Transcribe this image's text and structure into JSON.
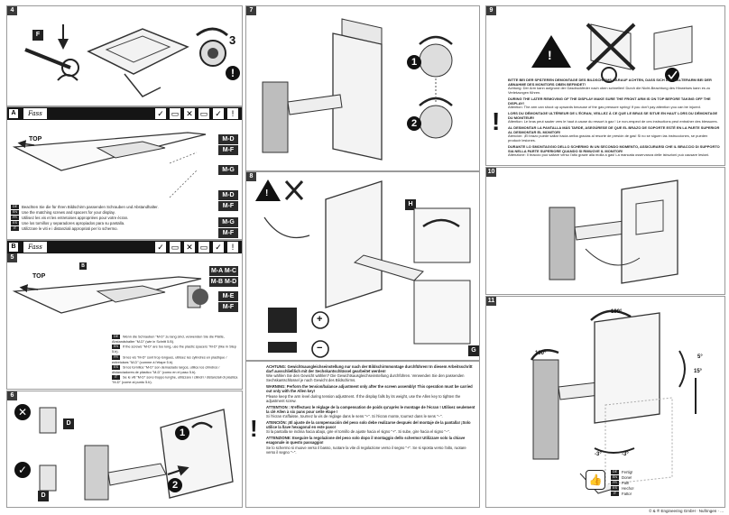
{
  "steps": {
    "s4": "4",
    "s4a": "A",
    "s5": "5",
    "s5b": "B",
    "s6": "6",
    "s7": "7",
    "s8": "8",
    "s9": "9",
    "s10": "10",
    "s11": "11"
  },
  "labels": {
    "f": "F",
    "three": "3",
    "top1": "TOP",
    "top2": "TOP",
    "b_tag": "B",
    "h_tag": "H",
    "g_tag": "G",
    "d_tag1": "D",
    "d_tag2": "D",
    "c1": "1",
    "c2": "2",
    "p7_1": "1",
    "p7_2": "2",
    "p6_1": "1",
    "p6_2": "2",
    "deg190a": "190°",
    "deg190b": "190°",
    "deg5": "5°",
    "deg15": "15°",
    "degm3a": "-3°",
    "degm3b": "-3°",
    "plus": "+",
    "minus": "−"
  },
  "chips": {
    "md1": "M-D",
    "mf1": "M-F",
    "mg1": "M-G",
    "md2": "M-D",
    "mf2": "M-F",
    "mg2": "M-G",
    "mf3": "M-F",
    "mamc": "M-A M-C",
    "mbmd": "M-B M-D",
    "me": "M-E",
    "mf4": "M-F"
  },
  "sigA": "Fass",
  "sigB": "Fass",
  "languages_a": [
    {
      "cc": "DE",
      "text": "Beachten Sie die für Ihren Bildschirm passenden Schrauben und Abstandhalter."
    },
    {
      "cc": "EN",
      "text": "Use the matching screws and spacers for your display."
    },
    {
      "cc": "FR",
      "text": "Utilisez les vis et les entretoises appropriées pour votre écran."
    },
    {
      "cc": "ES",
      "text": "Use los tornillos y separadores apropiados para su pantalla."
    },
    {
      "cc": "IT",
      "text": "Utilizzare le viti e i distanziali appropriati per lo schermo."
    }
  ],
  "languages_b": [
    {
      "cc": "DE",
      "text": "Wenn die Schrauben \"M-D\" zu lang sind, verwenden Sie die Platte, Abstandshalter \"M-D\" (wie in Schritt 5.B)."
    },
    {
      "cc": "EN",
      "text": "If the screws \"M-D\" are too long, use the plastic spacers \"M-D\" (like in Step 5.b)."
    },
    {
      "cc": "FR",
      "text": "Si les vis \"M-D\" sont trop longues, utilisez les cylindres en plastique / entretoises \"M-D\" (comme à l'étape 5.b)."
    },
    {
      "cc": "ES",
      "text": "Si los tornillos \"M-D\" son demasiado largos, utilice los cilindros / distanciadores de plástico \"M-D\" (como en el paso 5.b)."
    },
    {
      "cc": "IT",
      "text": "Se le viti \"M-D\" sono troppo lunghe, utilizzare i cilindri / distanziali di plastica \"M-D\" (come al punto 5.b)."
    }
  ],
  "warning6": {
    "de_title": "ACHTUNG: Gewichtsausgleichseinstellung nur nach der Bildschirmmontage durchführen! In diesem Arbeitsschritt darf ausschließlich mit der Sechskantschlüssel gearbeitet werden!",
    "de_body": "Wie wählen Sie den Gewicht wählen? Die Gewichtsausgleichseinstellung durchführen. Verwenden Sie den passenden Sechskantschlüssel je nach Gewicht des Bildschirms.",
    "en_title": "WARNING: Perform the tension/balance adjustment only after the screen assembly! This operation must be carried out only with the Allen key!",
    "en_body": "Please keep the arm level during tension adjustment. If the display falls by its weight, use the Allen key to tighten the adjustment screw.",
    "fr_title": "ATTENTION : N'effectuez le réglage de la compensation de poids qu'après le montage de l'écran ! Utilisez seulement la clé Allen à six pans pour cette étape !",
    "fr_body": "Si l'écran s'affaisse, tournez la vis de réglage dans le sens \"+\". Si l'écran monte, tournez dans le sens \"−\".",
    "es_title": "ATENCIÓN: ¡El ajuste de la compensación del peso solo debe realizarse después del montaje de la pantalla! ¡Solo utilice la llave hexagonal en este paso!",
    "es_body": "Si la pantalla se inclina hacia abajo, gire el tornillo de ajuste hacia el signo \"+\". Si sube, gire hacia el signo \"−\".",
    "it_title": "ATTENZIONE: Eseguire la regolazione del peso solo dopo il montaggio dello schermo! Utilizzare solo la chiave esagonale in questo passaggio!",
    "it_body": "Se lo schermo si muove verso il basso, ruotare la vite di regolazione verso il segno \"+\". Se si sposta verso l'alto, ruotare verso il segno \"−\"."
  },
  "warning9": {
    "de": "BITTE BEI DER SPÄTEREN DEMONTAGE DES BILDSCHIRMS DARAUF ACHTEN, DASS SICH DER HALTERARM BEI DER ABNAHME DES MONITORS OBEN BEFINDET!",
    "de_note": "Achtung: Der Arm kann aufgrund der Gasdruckfeder nach oben schnellen! Durch die Nicht-Beachtung des Hinweises kann es zu Verletzungen führen.",
    "en": "DURING THE LATER REMOVING OF THE DISPLAY MAKE SURE THE FRONT ARM IS ON TOP BEFORE TAKING OFF THE DISPLAY!",
    "en_note": "Attention: The arm can shoot up upwards because of the gas pressure spring! If you don't pay attention you can be injured.",
    "fr": "LORS DU DÉMONTAGE ULTÉRIEUR DE L'ÉCRAN, VEILLEZ À CE QUE LE BRAS SE SITUE EN HAUT LORS DU DÉMONTAGE DU MONITEUR!",
    "fr_note": "Attention: Le bras peut sauter vers le haut à cause du ressort à gaz ! Le non-respect de ces instructions peut entraîner des blessures.",
    "es": "AL DESMONTAR LA PANTALLA MÁS TARDE, ASEGÚRESE DE QUE EL BRAZO DE SOPORTE ESTÉ EN LA PARTE SUPERIOR AL DESMONTAR EL MONITOR!",
    "es_note": "Atención: ¡El brazo puede saltar hacia arriba gracias al resorte de presión de gas! Si no se siguen las instrucciones, se pueden producir lesiones.",
    "it": "DURANTE LO SMONTAGGIO DELLO SCHERMO IN UN SECONDO MOMENTO, ASSICURARSI CHE IL BRACCIO DI SUPPORTO SIA NELLA PARTE SUPERIORE QUANDO SI RIMUOVE IL MONITOR!",
    "it_note": "Attenzione: Il braccio può saltare verso l'alto grazie alla molla a gas! La mancata osservanza delle istruzioni può causare lesioni."
  },
  "legend11": [
    {
      "cc": "DE",
      "text": "Fertig!"
    },
    {
      "cc": "EN",
      "text": "Done!"
    },
    {
      "cc": "FR",
      "text": "Fait!"
    },
    {
      "cc": "ES",
      "text": "Hecho!"
    },
    {
      "cc": "IT",
      "text": "Fatto!"
    }
  ],
  "footer": "© & ® Engineering GmbH · Nufringen · ...",
  "colors": {
    "ink": "#1a1a1a",
    "bar": "#151515",
    "frame": "#9a9a9a",
    "wall": "#bdbdbd",
    "accent": "#2b2b2b"
  }
}
